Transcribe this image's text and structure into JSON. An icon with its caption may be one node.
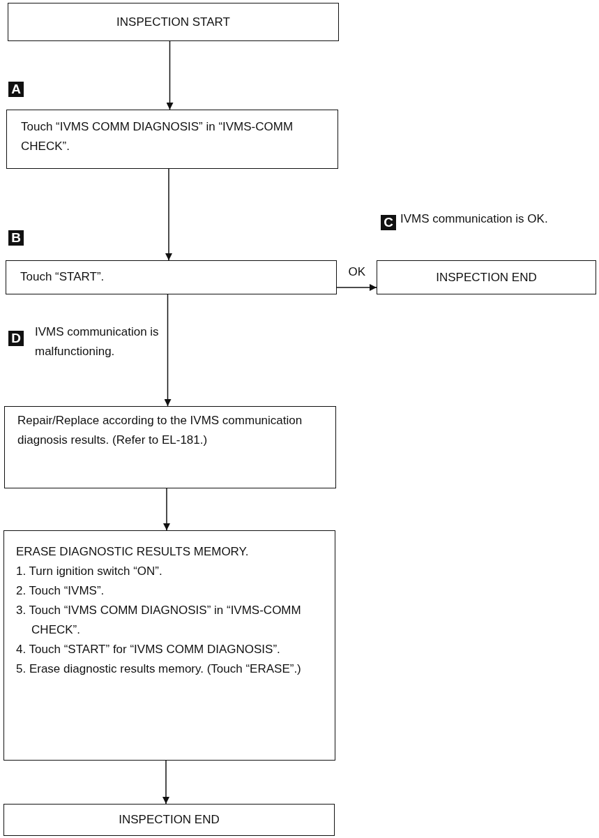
{
  "diagram": {
    "nodes": [
      {
        "text": [
          "INSPECTION START"
        ]
      },
      {
        "text": [
          "Touch “IVMS COMM DIAGNOSIS” in “IVMS-COMM CHECK”."
        ]
      },
      {
        "text": [
          "Touch “START”."
        ]
      },
      {
        "text": [
          "INSPECTION END"
        ]
      },
      {
        "text": [
          "Repair/Replace according to the IVMS communication diagnosis results. (Refer to EL-181.)"
        ]
      },
      {
        "text": [
          "ERASE DIAGNOSTIC RESULTS MEMORY.",
          "1. Turn ignition switch “ON”.",
          "2. Touch “IVMS”.",
          "3. Touch “IVMS COMM DIAGNOSIS” in “IVMS-COMM CHECK”.",
          "4. Touch “START” for “IVMS COMM DIAGNOSIS”.",
          "5. Erase diagnostic results memory. (Touch “ERASE”.)"
        ]
      },
      {
        "text": [
          "INSPECTION END"
        ]
      }
    ],
    "edges": [
      {
        "from": 0,
        "to": 1,
        "arrow": "to"
      },
      {
        "from": 1,
        "to": 2,
        "arrow": "to"
      },
      {
        "from": 2,
        "to": 3,
        "arrow": "to",
        "label": "OK"
      },
      {
        "from": 2,
        "to": 4,
        "arrow": "to"
      },
      {
        "from": 4,
        "to": 5,
        "arrow": "to"
      },
      {
        "from": 5,
        "to": 6,
        "arrow": "to"
      }
    ],
    "labels": [
      "A",
      "B",
      "C",
      "IVMS communication is OK.",
      "D",
      "IVMS communication is malfunctioning."
    ]
  }
}
